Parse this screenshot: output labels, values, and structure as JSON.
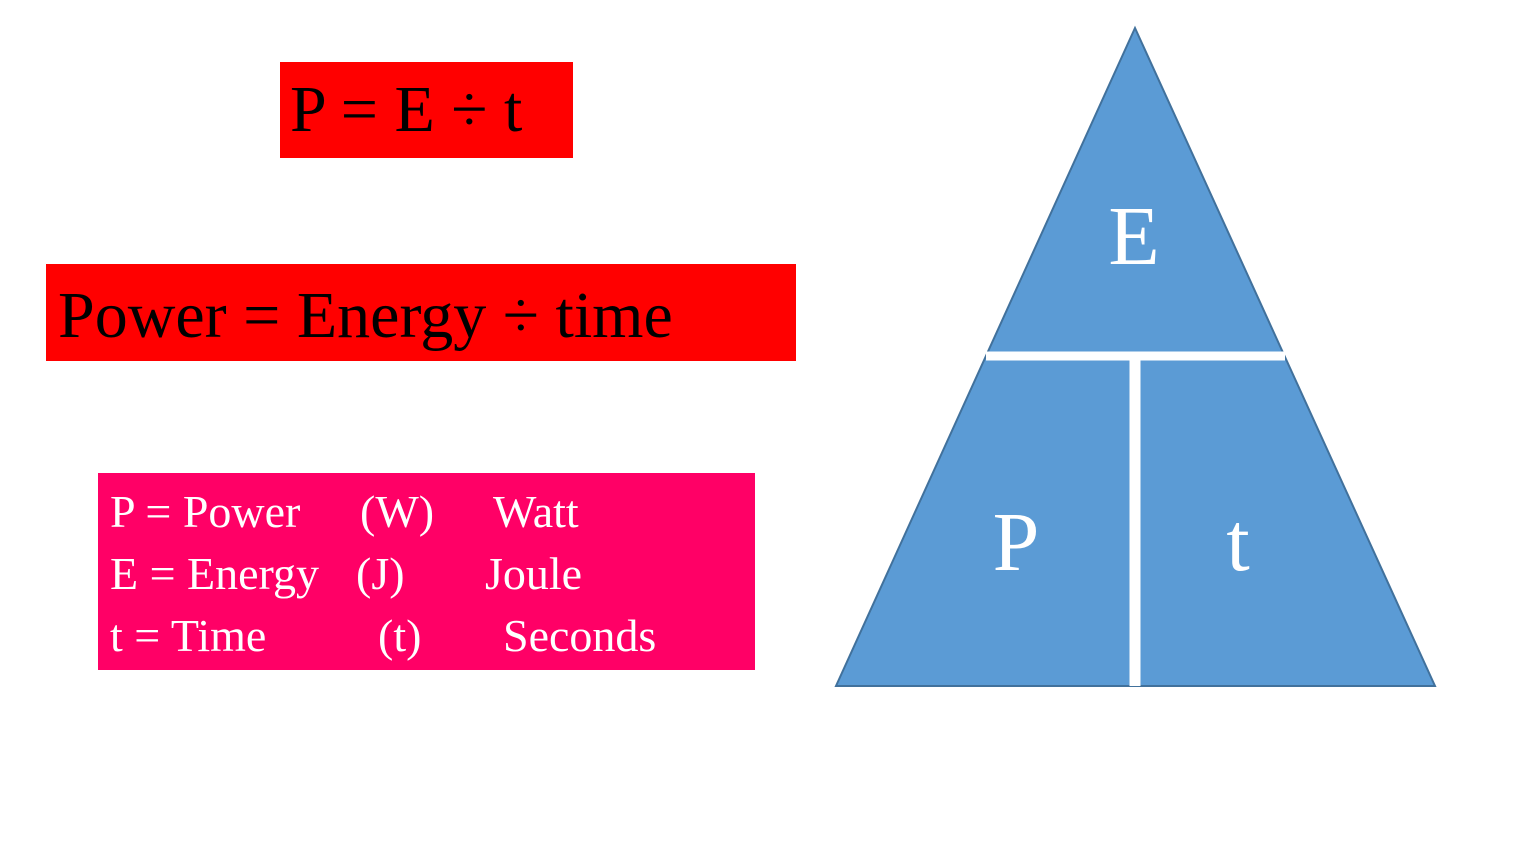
{
  "formulas": {
    "short": "P = E ÷ t",
    "long": "Power = Energy ÷ time"
  },
  "legend": {
    "rows": [
      {
        "definition": "P = Power",
        "symbol": "(W)",
        "unit": "Watt"
      },
      {
        "definition": "E = Energy",
        "symbol": "(J)",
        "unit": "Joule"
      },
      {
        "definition": "t = Time",
        "symbol": "(t)",
        "unit": "Seconds"
      }
    ]
  },
  "triangle": {
    "top_letter": "E",
    "bottom_left_letter": "P",
    "bottom_right_letter": "t"
  },
  "colors": {
    "formula_box": "#ff0000",
    "legend_box": "#ff0066",
    "triangle_fill": "#5b9bd5",
    "triangle_stroke": "#41719c",
    "divider": "#ffffff"
  }
}
